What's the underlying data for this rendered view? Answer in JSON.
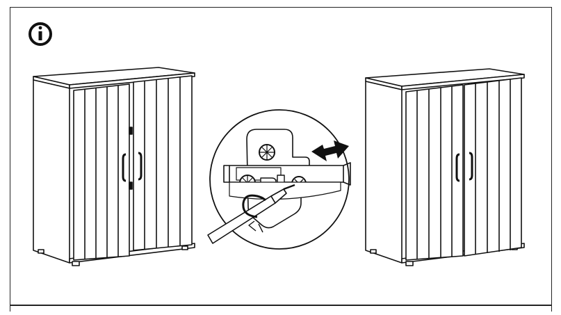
{
  "figure": {
    "info_icon": "information-icon",
    "panels": [
      {
        "name": "cabinet-misaligned-doors",
        "state": "before"
      },
      {
        "name": "hinge-adjustment-detail",
        "tool": "screwdriver-icon",
        "arrows": "double-arrow-icon"
      },
      {
        "name": "cabinet-aligned-doors",
        "state": "after"
      }
    ]
  }
}
